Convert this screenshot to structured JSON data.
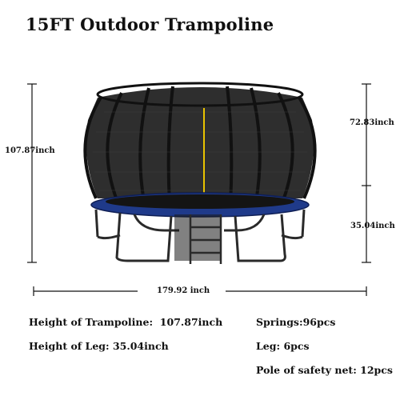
{
  "title": "15FT Outdoor Trampoline",
  "dimensions": {
    "total_height": "107.87inch",
    "net_height": "72.83inch",
    "leg_height": "35.04inch",
    "diameter": "179.92 inch"
  },
  "specs": {
    "trampoline_height_label": "Height of Trampoline:",
    "trampoline_height_value": "107.87inch",
    "leg_height": "Height of Leg: 35.04inch",
    "springs": "Springs:96pcs",
    "legs": "Leg: 6pcs",
    "poles": "Pole of safety net: 12pcs"
  },
  "colors": {
    "pad": "#1f3a8a",
    "frame": "#2a2a2a",
    "net": "#1a1a1a",
    "pole_accent": "#e8c200"
  }
}
